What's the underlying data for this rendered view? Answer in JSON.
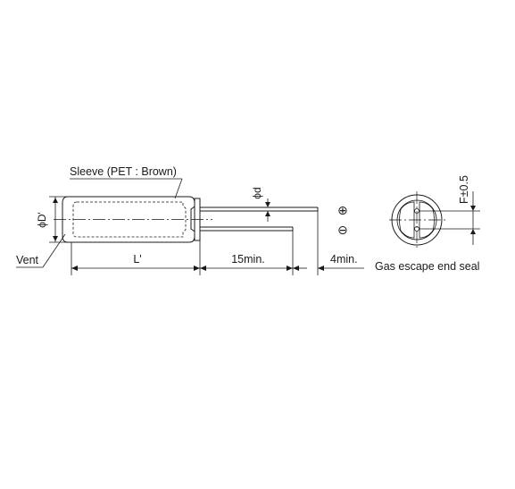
{
  "labels": {
    "sleeve": "Sleeve (PET : Brown)",
    "vent": "Vent",
    "diameter_body": "ϕD'",
    "diameter_lead": "ϕd",
    "length_body": "L'",
    "lead_min": "15min.",
    "lead_extra_min": "4min.",
    "lead_spacing": "F±0.5",
    "end_seal": "Gas escape end seal"
  },
  "symbols": {
    "positive": "⊕",
    "negative": "⊖"
  }
}
